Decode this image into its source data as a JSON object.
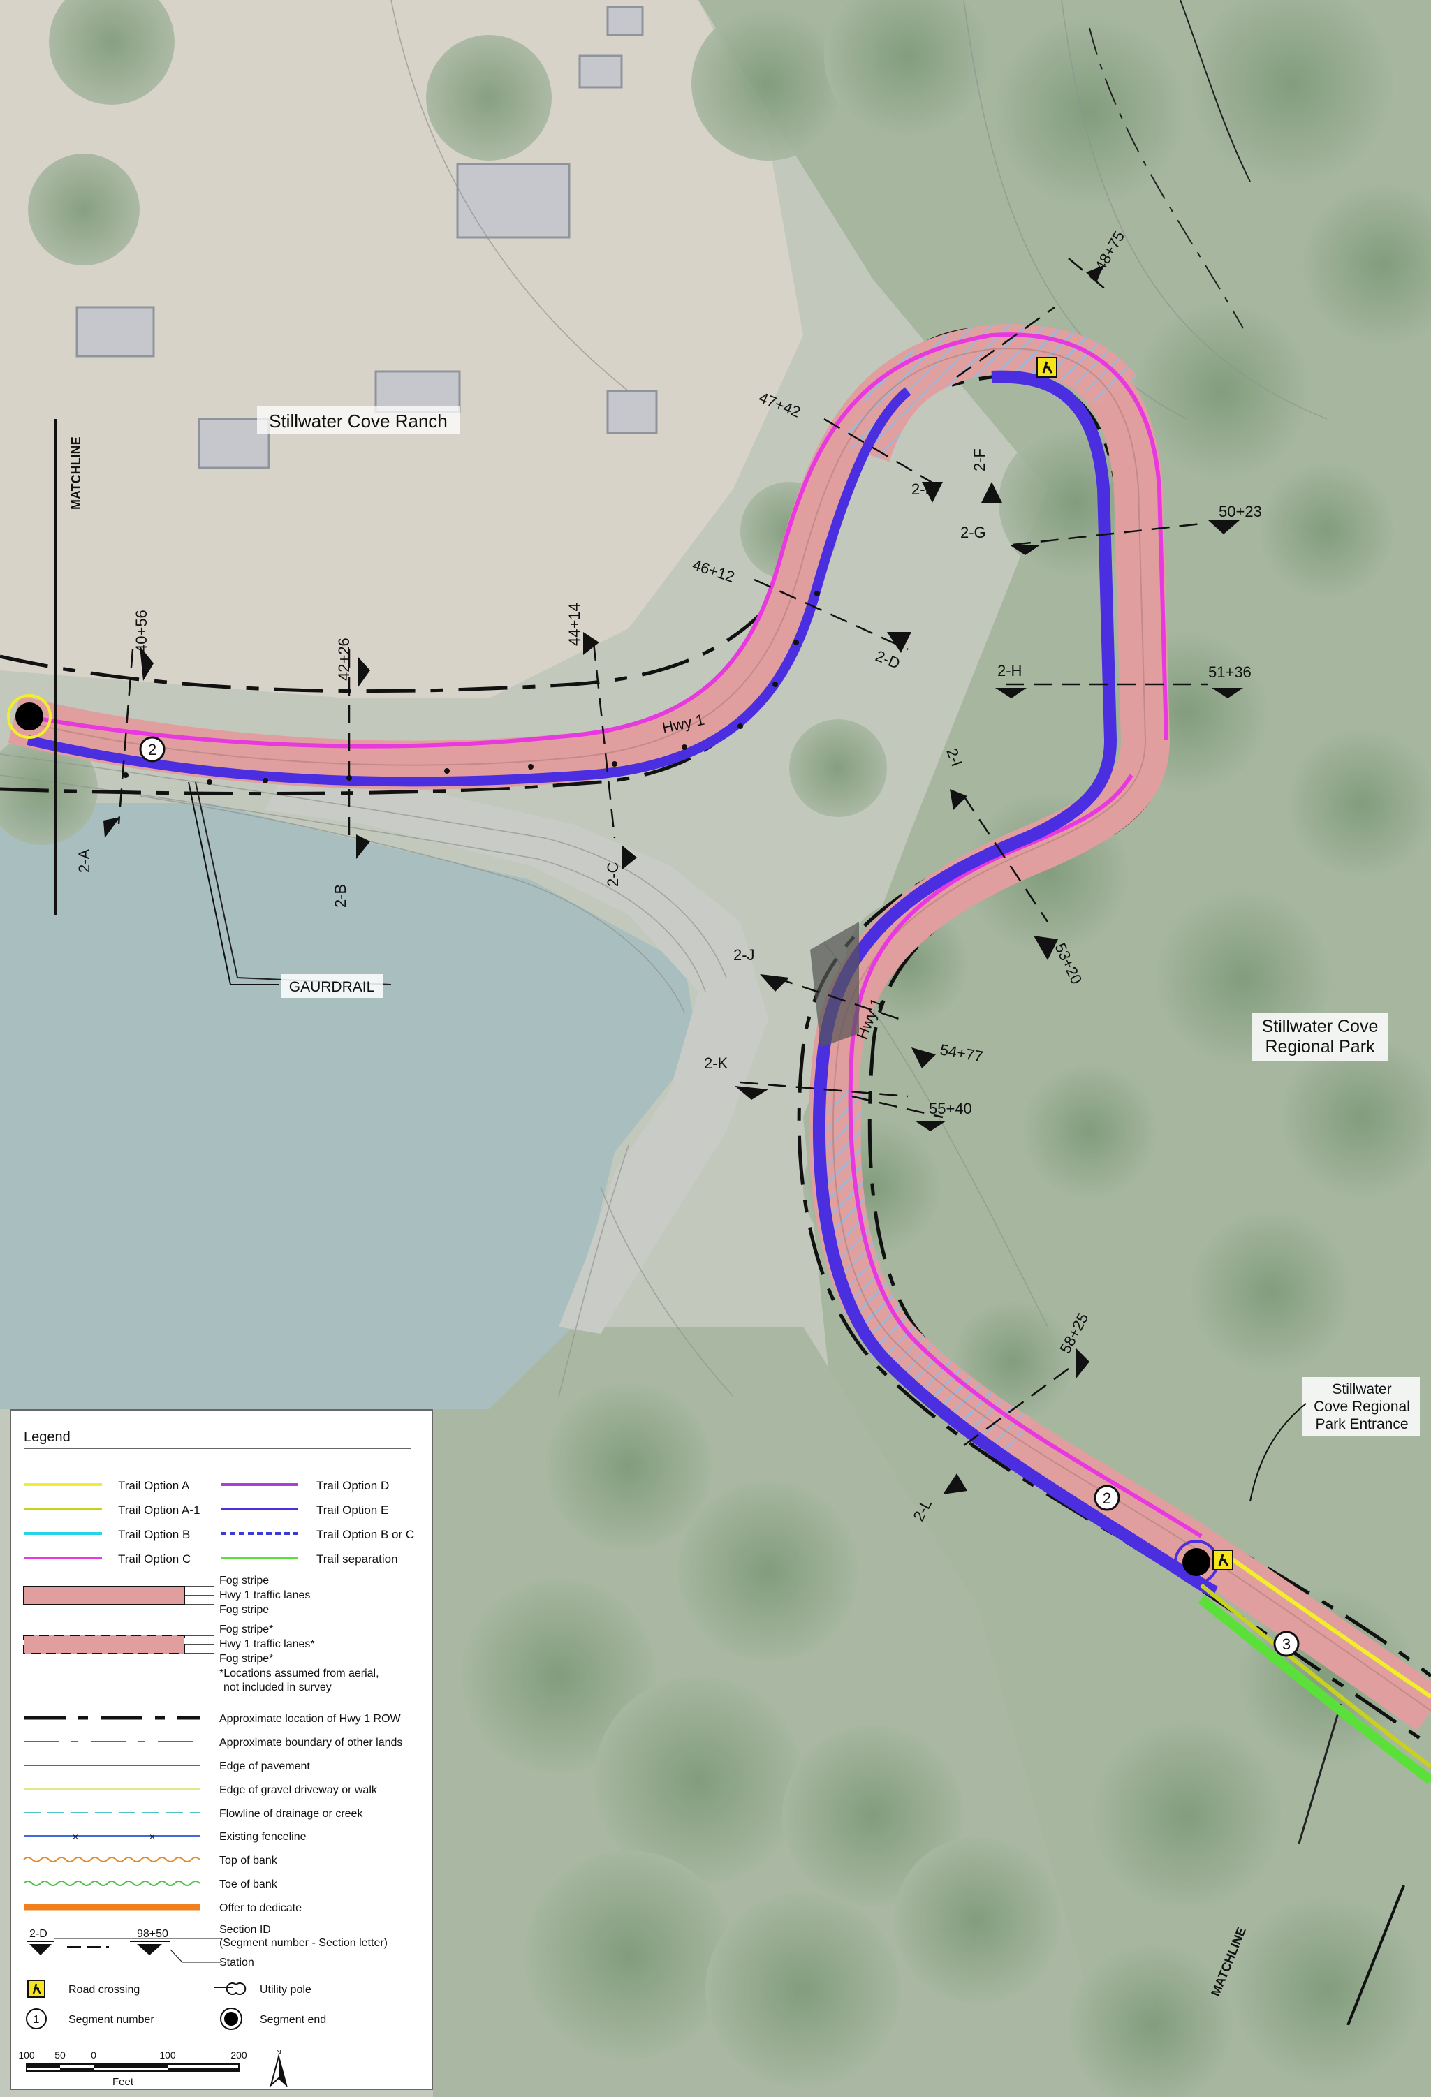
{
  "place_labels": {
    "ranch": "Stillwater Cove Ranch",
    "park_line1": "Stillwater Cove",
    "park_line2": "Regional Park",
    "entrance_line1": "Stillwater",
    "entrance_line2": "Cove Regional",
    "entrance_line3": "Park Entrance",
    "guardrail": "GAURDRAIL",
    "hwy1_a": "Hwy 1",
    "hwy1_b": "Hwy 1",
    "matchline_left": "MATCHLINE",
    "matchline_right": "MATCHLINE"
  },
  "stations": [
    "40+56",
    "42+26",
    "44+14",
    "46+12",
    "47+42",
    "48+75",
    "50+23",
    "51+36",
    "53+20",
    "54+77",
    "55+40",
    "58+25"
  ],
  "sections": [
    "2-A",
    "2-B",
    "2-C",
    "2-D",
    "2-E",
    "2-F",
    "2-G",
    "2-H",
    "2-I",
    "2-J",
    "2-K",
    "2-L"
  ],
  "segment_numbers": [
    "2",
    "2",
    "3"
  ],
  "legend": {
    "title": "Legend",
    "trail_options_left": [
      {
        "label": "Trail Option A",
        "color": "#f2ee2c"
      },
      {
        "label": "Trail Option A-1",
        "color": "#c8d21e"
      },
      {
        "label": "Trail Option B",
        "color": "#27d3e8"
      },
      {
        "label": "Trail Option C",
        "color": "#e838e0"
      }
    ],
    "trail_options_right": [
      {
        "label": "Trail Option D",
        "color": "#a640d8"
      },
      {
        "label": "Trail Option E",
        "color": "#4a2ee0"
      },
      {
        "label": "Trail Option B or C",
        "color": "#3a3ad8"
      },
      {
        "label": "Trail separation",
        "color": "#5be03a"
      }
    ],
    "lanes_surveyed": [
      "Fog stripe",
      "Hwy 1 traffic lanes",
      "Fog stripe"
    ],
    "lanes_assumed": [
      "Fog stripe*",
      "Hwy 1 traffic lanes*",
      "Fog stripe*"
    ],
    "lanes_note_1": "*Locations assumed from aerial,",
    "lanes_note_2": "not included in survey",
    "line_items": [
      "Approximate location of Hwy 1 ROW",
      "Approximate boundary of other lands",
      "Edge of pavement",
      "Edge of gravel driveway or walk",
      "Flowline of drainage or creek",
      "Existing fenceline",
      "Top of bank",
      "Toe of bank",
      "Offer to dedicate"
    ],
    "section_example": "2-D",
    "station_example": "98+50",
    "section_id_line1": "Section ID",
    "section_id_line2": "(Segment number - Section letter)",
    "station_label": "Station",
    "road_crossing": "Road crossing",
    "utility_pole": "Utility pole",
    "segment_example": "1",
    "segment_number_label": "Segment number",
    "segment_end_label": "Segment end",
    "scale_ticks": [
      "100",
      "50",
      "0",
      "100",
      "200"
    ],
    "scale_unit": "Feet",
    "north": "N"
  },
  "colors": {
    "lanes_fill": "#e09f9e",
    "lane_stripe": "#3a3a3a",
    "trail_c": "#e838e0",
    "trail_e": "#4a2ee0",
    "trail_a": "#f2ee2c",
    "separation": "#5be03a",
    "row": "#111111",
    "crossing": "#f6e51b"
  }
}
